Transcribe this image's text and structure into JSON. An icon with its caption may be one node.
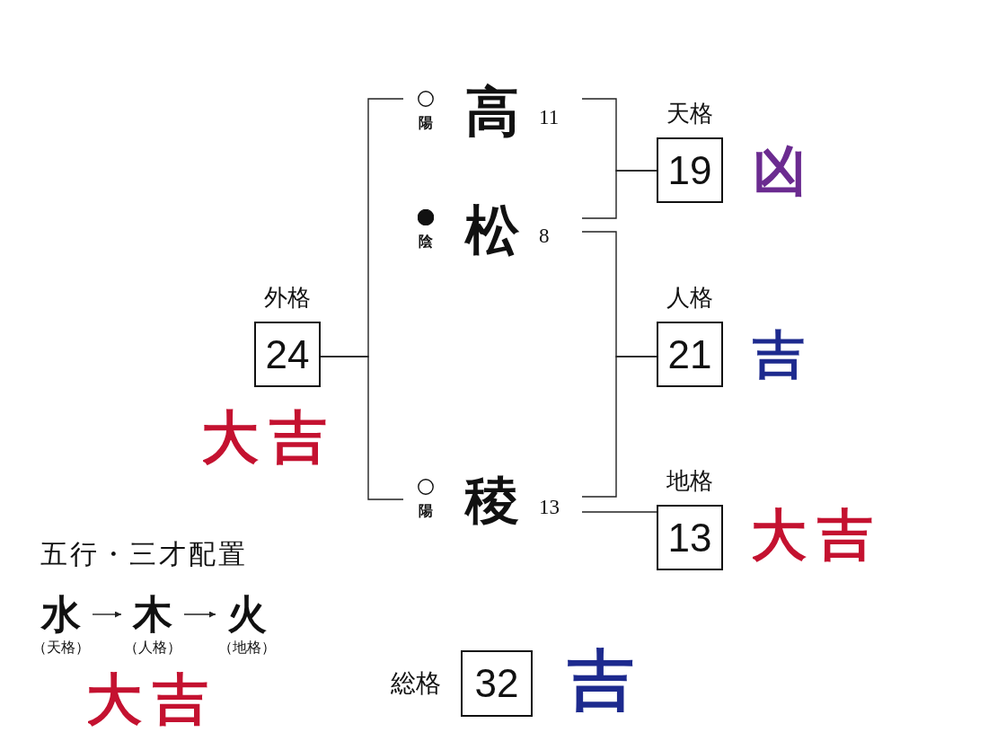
{
  "diagram": {
    "nodes": [
      {
        "text": [
          "陽",
          "高",
          "11"
        ]
      },
      {
        "text": [
          "天格",
          "19"
        ],
        "beside": [
          "凶"
        ]
      },
      {
        "text": [
          "陰",
          "松",
          "8"
        ]
      },
      {
        "text": [
          "外格",
          "24"
        ],
        "beside": [
          "大吉"
        ]
      },
      {
        "text": [
          "人格",
          "21"
        ],
        "beside": [
          "吉"
        ]
      },
      {
        "text": [
          "陽",
          "稜",
          "13"
        ]
      },
      {
        "text": [
          "地格",
          "13"
        ],
        "beside": [
          "大吉"
        ]
      },
      {
        "text": [
          "水",
          "（天格）"
        ]
      },
      {
        "text": [
          "木",
          "（人格）"
        ]
      },
      {
        "text": [
          "火",
          "（地格）"
        ]
      },
      {
        "text": [
          "総格",
          "32"
        ],
        "beside": [
          "吉"
        ]
      }
    ],
    "edges": [
      {
        "from": 0,
        "to": 1,
        "arrow": "none"
      },
      {
        "from": 2,
        "to": 1,
        "arrow": "none"
      },
      {
        "from": 2,
        "to": 4,
        "arrow": "none"
      },
      {
        "from": 5,
        "to": 4,
        "arrow": "none"
      },
      {
        "from": 5,
        "to": 6,
        "arrow": "none"
      },
      {
        "from": 0,
        "to": 3,
        "arrow": "none"
      },
      {
        "from": 5,
        "to": 3,
        "arrow": "none"
      },
      {
        "from": 7,
        "to": 8,
        "arrow": "to"
      },
      {
        "from": 8,
        "to": 9,
        "arrow": "to"
      }
    ],
    "labels": [
      "五行・三才配置",
      "大吉"
    ]
  }
}
